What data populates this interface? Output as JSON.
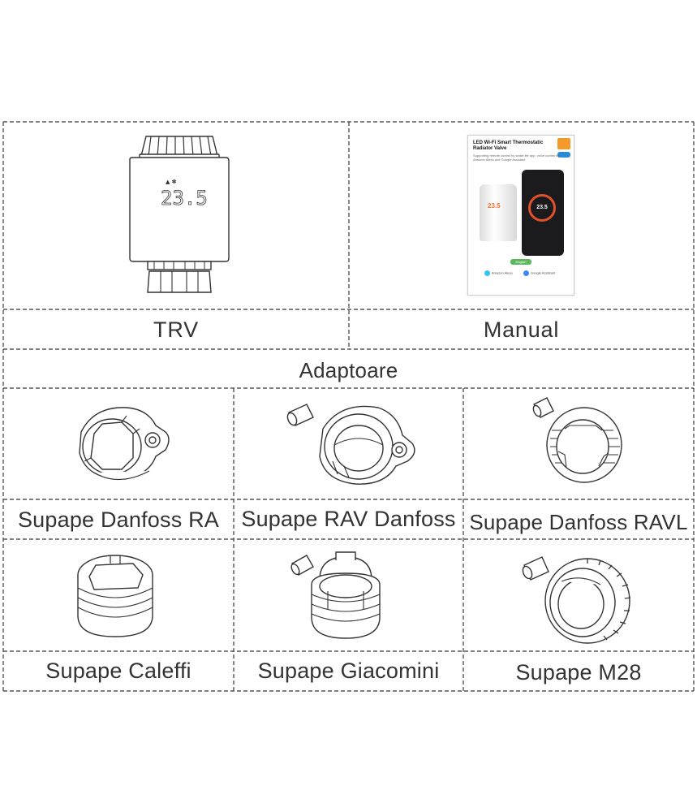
{
  "top_row": {
    "trv_label": "TRV",
    "manual_label": "Manual"
  },
  "section_header": "Adaptoare",
  "adapters": [
    {
      "label": "Supape Danfoss RA"
    },
    {
      "label": "Supape RAV Danfoss"
    },
    {
      "label": "Supape Danfoss RAVL"
    },
    {
      "label": "Supape Caleffi"
    },
    {
      "label": "Supape Giacomini"
    },
    {
      "label": "Supape M28"
    }
  ],
  "manual_cover": {
    "title": "LED Wi-Fi Smart Thermostatic Radiator Valve",
    "subtitle": "Supporting remote control by smart life app, voice control by Amazon Alexa and Google Assistant",
    "phone_temp": "23.5",
    "device_display": "23.5",
    "language_badge": "English",
    "alexa_label": "Amazon Alexa",
    "google_label": "Google Assistant"
  },
  "device_display": "23.5",
  "colors": {
    "line": "#555555",
    "text": "#333333",
    "doc_accent": "#e0512c",
    "doc_badge": "#f39a2c"
  }
}
